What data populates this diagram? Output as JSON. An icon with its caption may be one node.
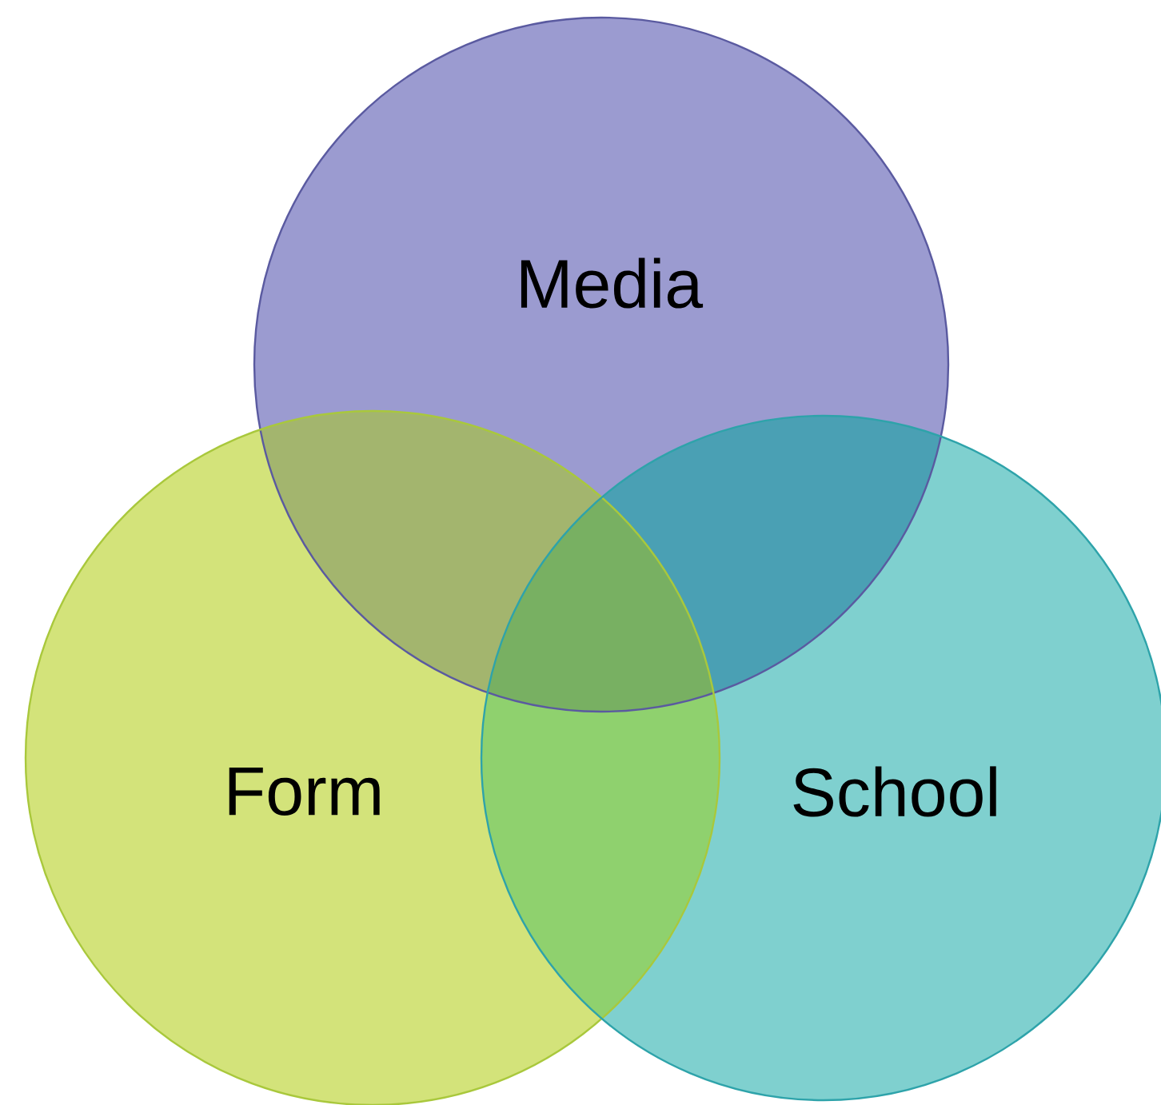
{
  "diagram": {
    "nodes": [
      {
        "text": [
          "Media"
        ]
      },
      {
        "text": [
          "Form"
        ]
      },
      {
        "text": [
          "School"
        ]
      }
    ]
  }
}
